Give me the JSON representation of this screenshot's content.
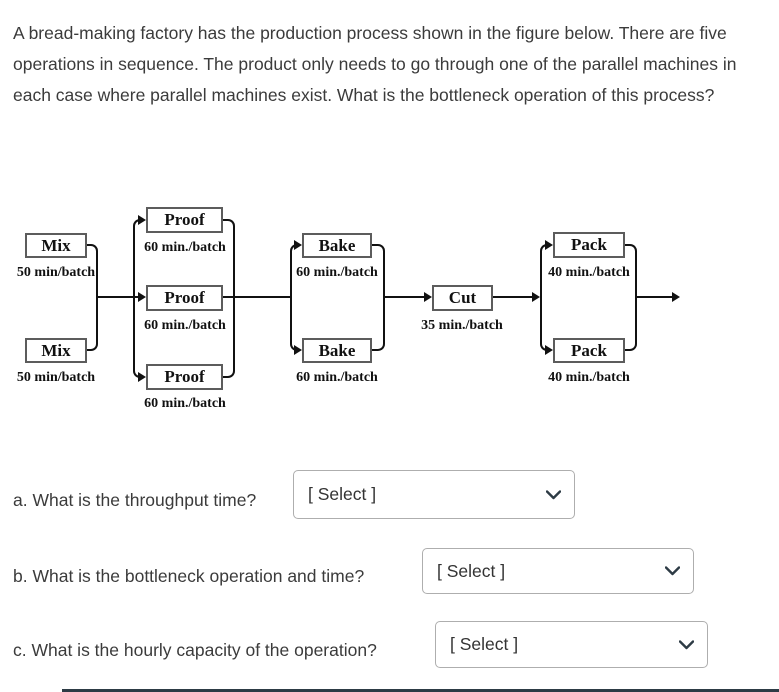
{
  "question": {
    "intro": "A bread-making factory has the production process shown in the figure below. There are five operations in sequence. The product only needs to go through one of the parallel machines in each case where parallel machines exist. What is the bottleneck operation of this process?"
  },
  "diagram": {
    "nodes": {
      "mix1": {
        "label": "Mix",
        "time": "50 min/batch"
      },
      "mix2": {
        "label": "Mix",
        "time": "50 min/batch"
      },
      "proof1": {
        "label": "Proof",
        "time": "60 min./batch"
      },
      "proof2": {
        "label": "Proof",
        "time": "60 min./batch"
      },
      "proof3": {
        "label": "Proof",
        "time": "60 min./batch"
      },
      "bake1": {
        "label": "Bake",
        "time": "60 min./batch"
      },
      "bake2": {
        "label": "Bake",
        "time": "60 min./batch"
      },
      "cut": {
        "label": "Cut",
        "time": "35 min./batch"
      },
      "pack1": {
        "label": "Pack",
        "time": "40 min./batch"
      },
      "pack2": {
        "label": "Pack",
        "time": "40 min./batch"
      }
    }
  },
  "subquestions": {
    "a": {
      "label": "a. What is the throughput time?",
      "select_value": "[ Select ]"
    },
    "b": {
      "label": "b. What is the bottleneck operation and time?",
      "select_value": "[ Select ]"
    },
    "c": {
      "label": "c. What is the hourly capacity of the operation?",
      "select_value": "[ Select ]"
    }
  },
  "colors": {
    "flow_line": "#111111",
    "box_border": "#5c5c5c",
    "body_text": "#3b3b3b",
    "select_border": "#aeaeae",
    "bottom_divider": "#2d3b45"
  }
}
